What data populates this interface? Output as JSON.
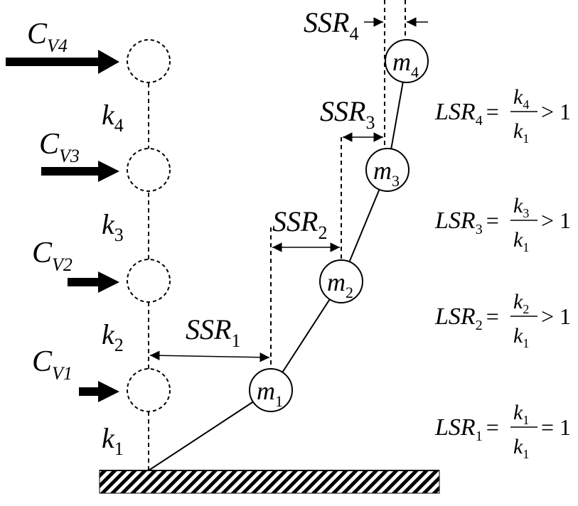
{
  "forces": [
    {
      "main": "C",
      "sub": "V4"
    },
    {
      "main": "C",
      "sub": "V3"
    },
    {
      "main": "C",
      "sub": "V2"
    },
    {
      "main": "C",
      "sub": "V1"
    }
  ],
  "stiffness": [
    {
      "main": "k",
      "sub": "4"
    },
    {
      "main": "k",
      "sub": "3"
    },
    {
      "main": "k",
      "sub": "2"
    },
    {
      "main": "k",
      "sub": "1"
    }
  ],
  "masses": [
    {
      "main": "m",
      "sub": "1"
    },
    {
      "main": "m",
      "sub": "2"
    },
    {
      "main": "m",
      "sub": "3"
    },
    {
      "main": "m",
      "sub": "4"
    }
  ],
  "ssr": [
    {
      "main": "SSR",
      "sub": "1"
    },
    {
      "main": "SSR",
      "sub": "2"
    },
    {
      "main": "SSR",
      "sub": "3"
    },
    {
      "main": "SSR",
      "sub": "4"
    }
  ],
  "lsr": [
    {
      "main": "LSR",
      "sub": "4",
      "num": "k",
      "num_sub": "4",
      "den": "k",
      "den_sub": "1",
      "relation": "> 1"
    },
    {
      "main": "LSR",
      "sub": "3",
      "num": "k",
      "num_sub": "3",
      "den": "k",
      "den_sub": "1",
      "relation": "> 1"
    },
    {
      "main": "LSR",
      "sub": "2",
      "num": "k",
      "num_sub": "2",
      "den": "k",
      "den_sub": "1",
      "relation": "> 1"
    },
    {
      "main": "LSR",
      "sub": "1",
      "num": "k",
      "num_sub": "1",
      "den": "k",
      "den_sub": "1",
      "relation": "= 1"
    }
  ]
}
